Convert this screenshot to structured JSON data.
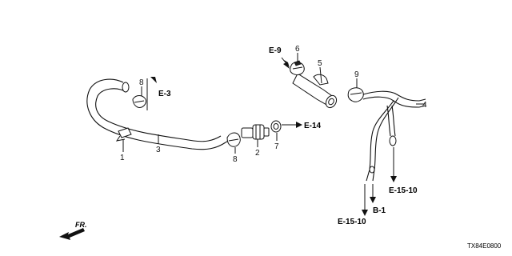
{
  "part_numbers": {
    "p1": "1",
    "p2": "2",
    "p3": "3",
    "p4": "4",
    "p5": "5",
    "p6": "6",
    "p7": "7",
    "p8a": "8",
    "p8b": "8",
    "p9": "9"
  },
  "references": {
    "e3": "E-3",
    "e9": "E-9",
    "e14": "E-14",
    "e1510a": "E-15-10",
    "e1510b": "E-15-10",
    "b1": "B-1"
  },
  "direction_label": "FR.",
  "diagram_code": "TX84E0800"
}
